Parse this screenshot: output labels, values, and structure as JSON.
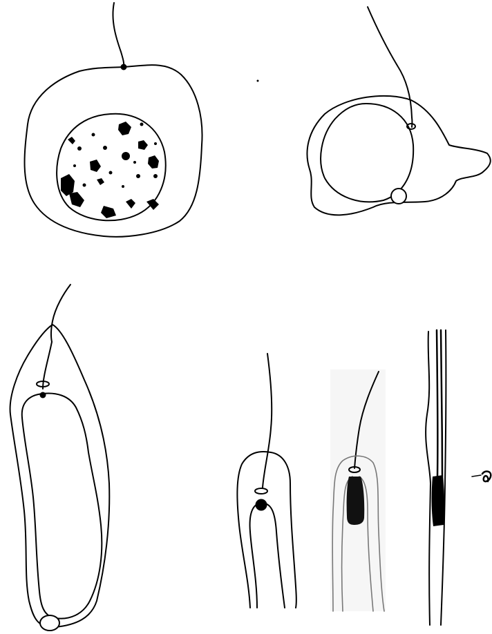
{
  "figure": {
    "background": "#ffffff",
    "ink": "#000000",
    "panels": [
      {
        "id": "spermatid-round-granular-nucleus",
        "icon": "round-cell-with-dark-granular-nucleus"
      },
      {
        "id": "spermatid-clear-nucleus-side-lobe",
        "icon": "cell-with-clear-nucleus-and-cytoplasmic-lobe"
      },
      {
        "id": "spermatid-elongated",
        "icon": "elongated-cell-with-inner-nucleus"
      },
      {
        "id": "spermatid-head-with-dark-body",
        "icon": "narrow-cell-with-ring-and-dark-dot"
      },
      {
        "id": "spermatid-faint-with-dark-rod",
        "icon": "faint-cell-with-dark-nuclear-rod"
      },
      {
        "id": "sperm-filament",
        "icon": "thin-filament-with-dark-segment"
      },
      {
        "id": "small-detached-fragment",
        "icon": "small-curled-fragment"
      }
    ]
  }
}
